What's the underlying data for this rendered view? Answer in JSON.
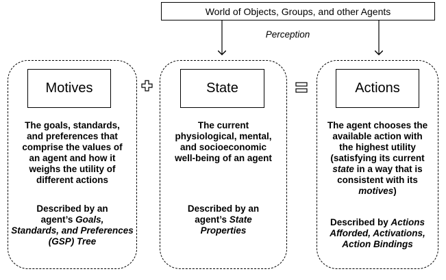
{
  "world": {
    "label": "World of Objects, Groups, and other Agents"
  },
  "perception": {
    "label": "Perception"
  },
  "motives": {
    "title": "Motives",
    "desc": [
      "The goals, standards,",
      "and preferences that",
      "comprise the values of",
      "an agent and how it",
      "weighs the utility of",
      "different actions"
    ],
    "ref_lead": "Described by an",
    "ref_plain": "agent’s ",
    "ref_italic": [
      "Goals,",
      "Standards, and",
      "Preferences (GSP)",
      "Tree"
    ]
  },
  "state": {
    "title": "State",
    "desc": [
      "The current",
      "physiological, mental,",
      "and socioeconomic",
      "well-being of an agent"
    ],
    "ref_lead": "Described by an",
    "ref_plain": "agent’s ",
    "ref_italic": [
      "State",
      "Properties"
    ]
  },
  "actions": {
    "title": "Actions",
    "desc_lines": [
      "The agent chooses the",
      "available action with",
      "the highest utility",
      "(satisfying its current"
    ],
    "desc_state_word": "state",
    "desc_state_rest": " in a way that is",
    "desc_line6": "consistent with its",
    "desc_motives_word": "motives",
    "desc_close": ")",
    "ref_plain": "Described by ",
    "ref_italic": [
      "Actions",
      "Afforded, Activations,",
      "Action Bindings"
    ]
  },
  "operators": {
    "plus": "plus-symbol",
    "equals": "equals-symbol"
  }
}
